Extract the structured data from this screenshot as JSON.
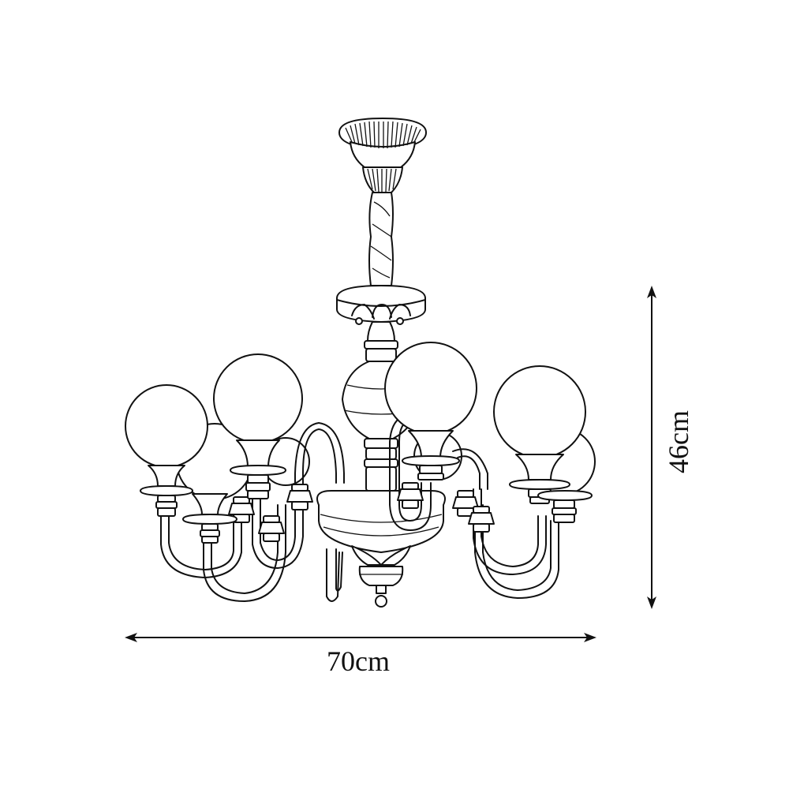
{
  "diagram": {
    "subject": "chandelier-dimension-drawing",
    "style": "black line art on white",
    "colors": {
      "background": "#ffffff",
      "line": "#111111"
    },
    "component_count": {
      "globe_lamps": 8,
      "arms": 8
    },
    "dimensions": {
      "width": {
        "label": "70cm",
        "value": 70,
        "unit": "cm",
        "orientation": "horizontal"
      },
      "height": {
        "label": "46cm",
        "value": 46,
        "unit": "cm",
        "orientation": "vertical"
      }
    }
  }
}
